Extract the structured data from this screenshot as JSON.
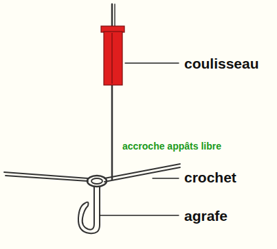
{
  "diagram": {
    "labels": [
      "coulisseau",
      "accroche appâts libre",
      "crochet",
      "agrafe"
    ]
  }
}
